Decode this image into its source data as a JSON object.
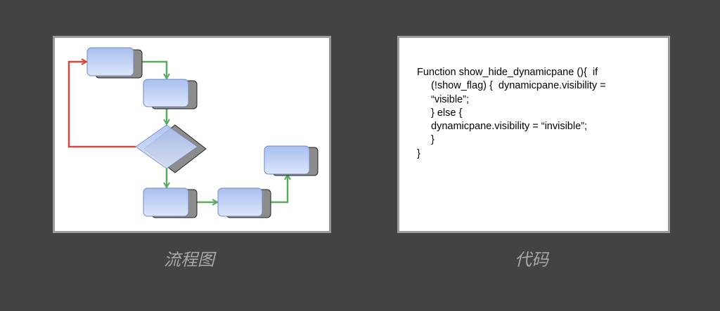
{
  "panels": [
    {
      "caption": "流程图"
    },
    {
      "caption": "代码",
      "code_lines": [
        "Function show_hide_dynamicpane (){  if",
        "(!show_flag) {  dynamicpane.visibility =",
        "“visible”;",
        "} else {",
        "dynamicpane.visibility = “invisible”;",
        "}",
        "}"
      ]
    }
  ],
  "colors": {
    "background": "#434343",
    "flow_arrow": "#5aaa5f",
    "loop_arrow": "#d9463a",
    "node_fill": "#b7c9ef",
    "shadow": "#8c8c8c"
  }
}
